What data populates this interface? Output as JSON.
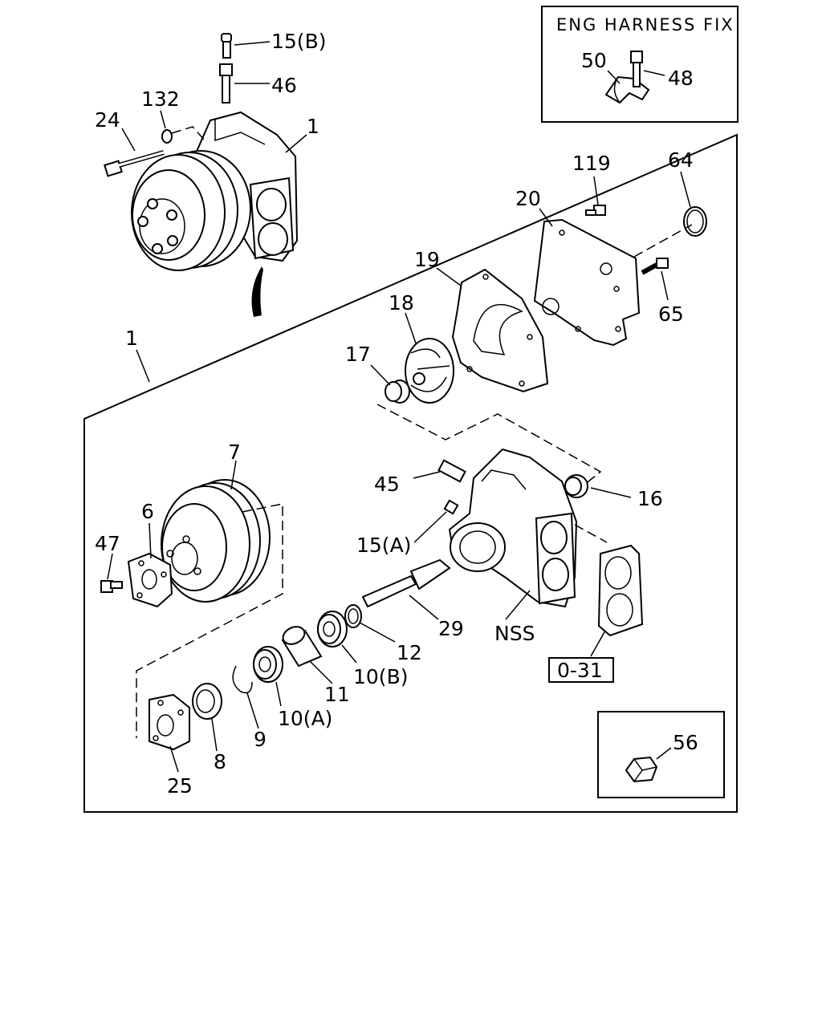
{
  "inset_top": {
    "title": "ENG HARNESS FIX"
  },
  "labels": {
    "p15b": "15(B)",
    "p46": "46",
    "p132": "132",
    "p24": "24",
    "p1_top": "1",
    "p50": "50",
    "p48": "48",
    "p119": "119",
    "p64": "64",
    "p20": "20",
    "p19": "19",
    "p65": "65",
    "p18": "18",
    "p17": "17",
    "p1_main": "1",
    "p7": "7",
    "p45": "45",
    "p16": "16",
    "p6": "6",
    "p47": "47",
    "p15a": "15(A)",
    "p29": "29",
    "nss": "NSS",
    "p12": "12",
    "p10b": "10(B)",
    "p11": "11",
    "p10a": "10(A)",
    "p9": "9",
    "p8": "8",
    "p25": "25",
    "ref": "0-31",
    "p56": "56"
  }
}
